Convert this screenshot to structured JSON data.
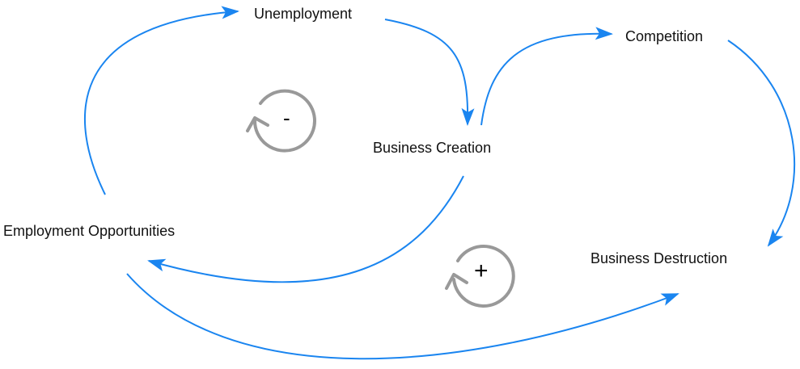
{
  "diagram": {
    "type": "causal-loop-diagram",
    "colors": {
      "arrow": "#1a85f0",
      "loop": "#999999",
      "text": "#111111"
    },
    "nodes": {
      "unemployment": "Unemployment",
      "competition": "Competition",
      "business_creation": "Business Creation",
      "employment_opportunities": "Employment Opportunities",
      "business_destruction": "Business Destruction"
    },
    "loops": {
      "balancing": {
        "sign": "-",
        "icon": "counterclockwise-loop-icon"
      },
      "reinforcing": {
        "sign": "+",
        "icon": "counterclockwise-loop-icon"
      }
    },
    "edges": [
      {
        "from": "Employment Opportunities",
        "to": "Unemployment"
      },
      {
        "from": "Unemployment",
        "to": "Business Creation"
      },
      {
        "from": "Business Creation",
        "to": "Competition"
      },
      {
        "from": "Competition",
        "to": "Business Destruction"
      },
      {
        "from": "Business Creation",
        "to": "Employment Opportunities"
      },
      {
        "from": "Employment Opportunities",
        "to": "Business Destruction"
      }
    ]
  }
}
